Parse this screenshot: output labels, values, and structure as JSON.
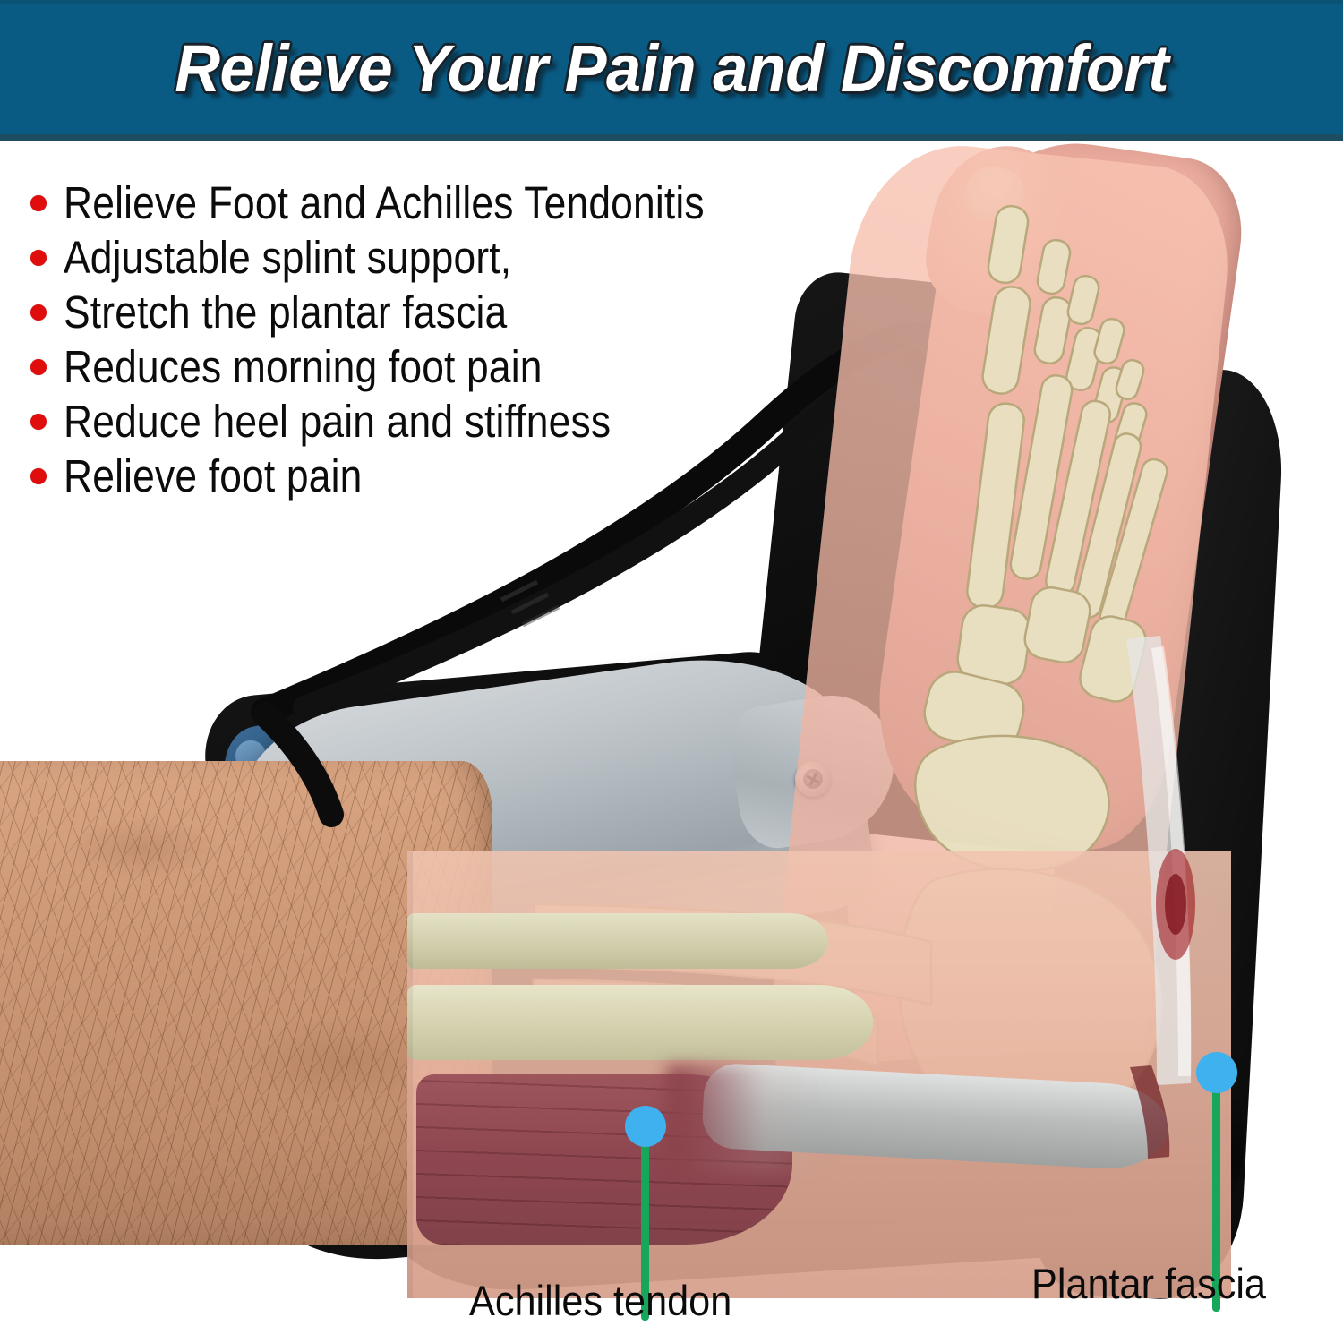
{
  "banner": {
    "title": "Relieve Your Pain and Discomfort",
    "background_color": "#0a5b84",
    "text_color": "#ffffff",
    "underline_color": "#1d4d60"
  },
  "features": {
    "bullet_color": "#e00d0d",
    "text_color": "#0c0c0c",
    "items": [
      {
        "label": "Relieve Foot and Achilles Tendonitis"
      },
      {
        "label": "Adjustable splint support,"
      },
      {
        "label": "Stretch the plantar fascia"
      },
      {
        "label": "Reduces morning foot pain"
      },
      {
        "label": "Reduce heel pain and stiffness"
      },
      {
        "label": "Relieve foot pain"
      }
    ]
  },
  "product_image": {
    "description": "Photograph of a leg wearing a black plantar fasciitis night splint with gray plastic shell and adjustable strap, overlaid with an anatomical cutaway illustration of foot bones, Achilles tendon and plantar fascia",
    "colors": {
      "boot_black": "#0d0d0d",
      "shell_gray": "#b8bfc4",
      "pad_blue": "#274f76",
      "skin": "#cd9876",
      "muscle_red": "#8a4049",
      "bone_ivory": "#e3dcb9",
      "tendon_gray": "#b9bcbb",
      "overlay_pink": "#f4baa8"
    }
  },
  "callouts": {
    "marker_color": "#3fb1ef",
    "leader_color": "#16a75a",
    "items": [
      {
        "label": "Achilles tendon"
      },
      {
        "label": "Plantar fascia"
      }
    ]
  }
}
